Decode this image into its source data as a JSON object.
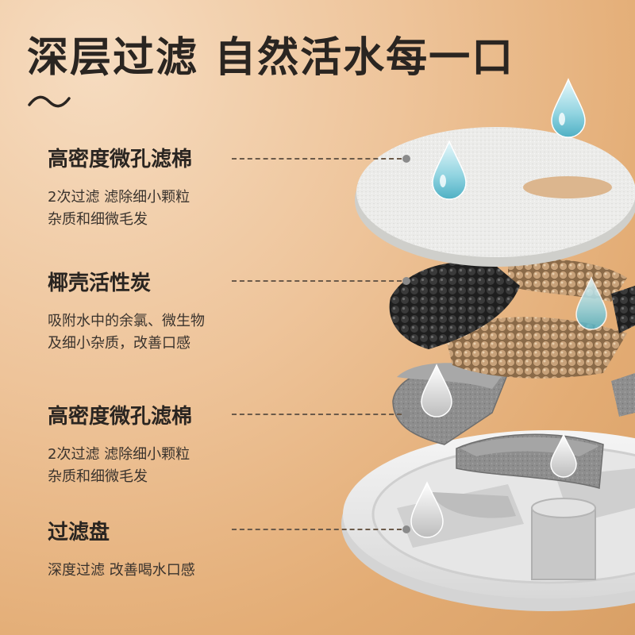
{
  "headline": "深层过滤 自然活水每一口",
  "layers": [
    {
      "title": "高密度微孔滤棉",
      "desc_lines": [
        "2次过滤 滤除细小颗粒",
        "杂质和细微毛发"
      ]
    },
    {
      "title": "椰壳活性炭",
      "desc_lines": [
        "吸附水中的余氯、微生物",
        "及细小杂质，改善口感"
      ]
    },
    {
      "title": "高密度微孔滤棉",
      "desc_lines": [
        "2次过滤 滤除细小颗粒",
        "杂质和细微毛发"
      ]
    },
    {
      "title": "过滤盘",
      "desc_lines": [
        "深度过滤 改善喝水口感"
      ]
    }
  ],
  "icons": {
    "wave": "tilde-wave-icon",
    "droplet": "water-droplet-icon"
  },
  "colors": {
    "text_dark": "#2a2521",
    "accent_bg": "#e3ac74",
    "carbon": "#2b2b2b",
    "ceramic": "#b8946a",
    "felt": "#8e8e8e"
  }
}
